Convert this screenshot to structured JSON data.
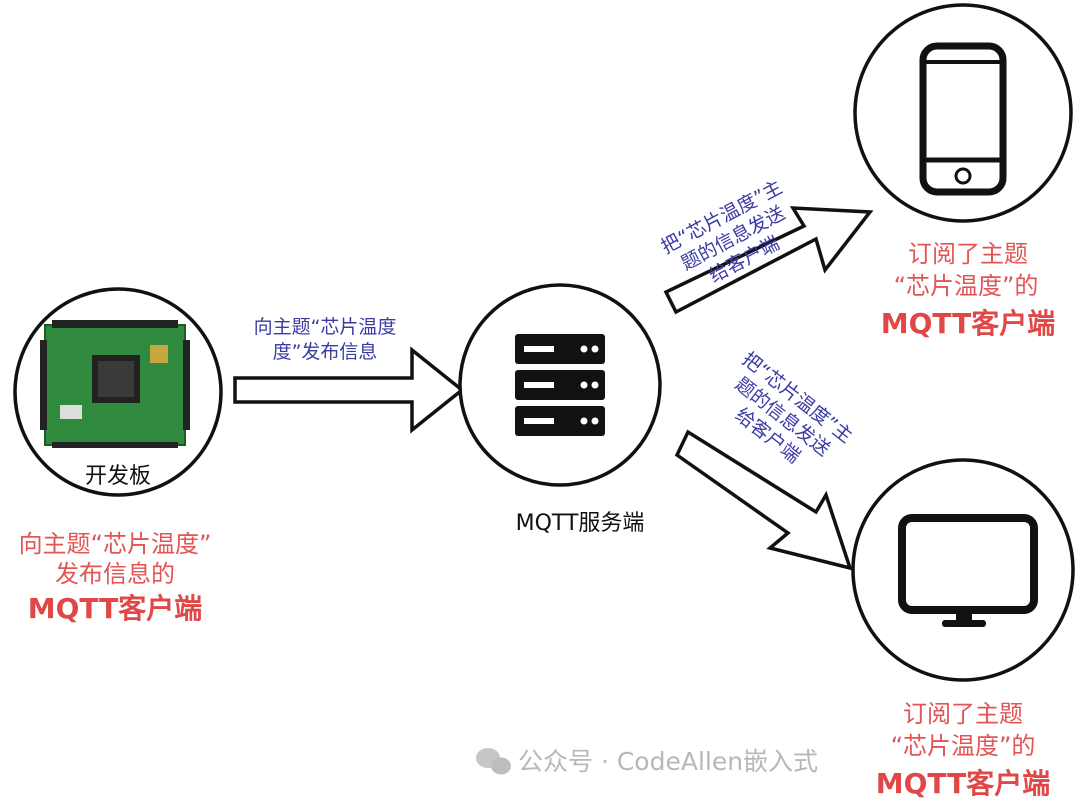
{
  "publisher": {
    "device_label": "开发板",
    "desc_line1": "向主题“芯片温度”",
    "desc_line2": "发布信息的",
    "desc_line3": "MQTT客户端"
  },
  "publish_arrow": {
    "line1": "向主题“芯片温度",
    "line2": "度”发布信息"
  },
  "server": {
    "label": "MQTT服务端"
  },
  "forward_arrow_top": {
    "line1": "把“芯片温度”主",
    "line2": "题的信息发送",
    "line3": "给客户端"
  },
  "forward_arrow_bottom": {
    "line1": "把“芯片温度”主",
    "line2": "题的信息发送",
    "line3": "给客户端"
  },
  "subscriber_phone": {
    "line1": "订阅了主题",
    "line2": "“芯片温度”的",
    "line3": "MQTT客户端"
  },
  "subscriber_monitor": {
    "line1": "订阅了主题",
    "line2": "“芯片温度”的",
    "line3": "MQTT客户端"
  },
  "watermark": "公众号 · CodeAllen嵌入式",
  "colors": {
    "text_blue": "#3b3ba6",
    "text_red": "#e04848",
    "board_green": "#2e8b3e"
  }
}
